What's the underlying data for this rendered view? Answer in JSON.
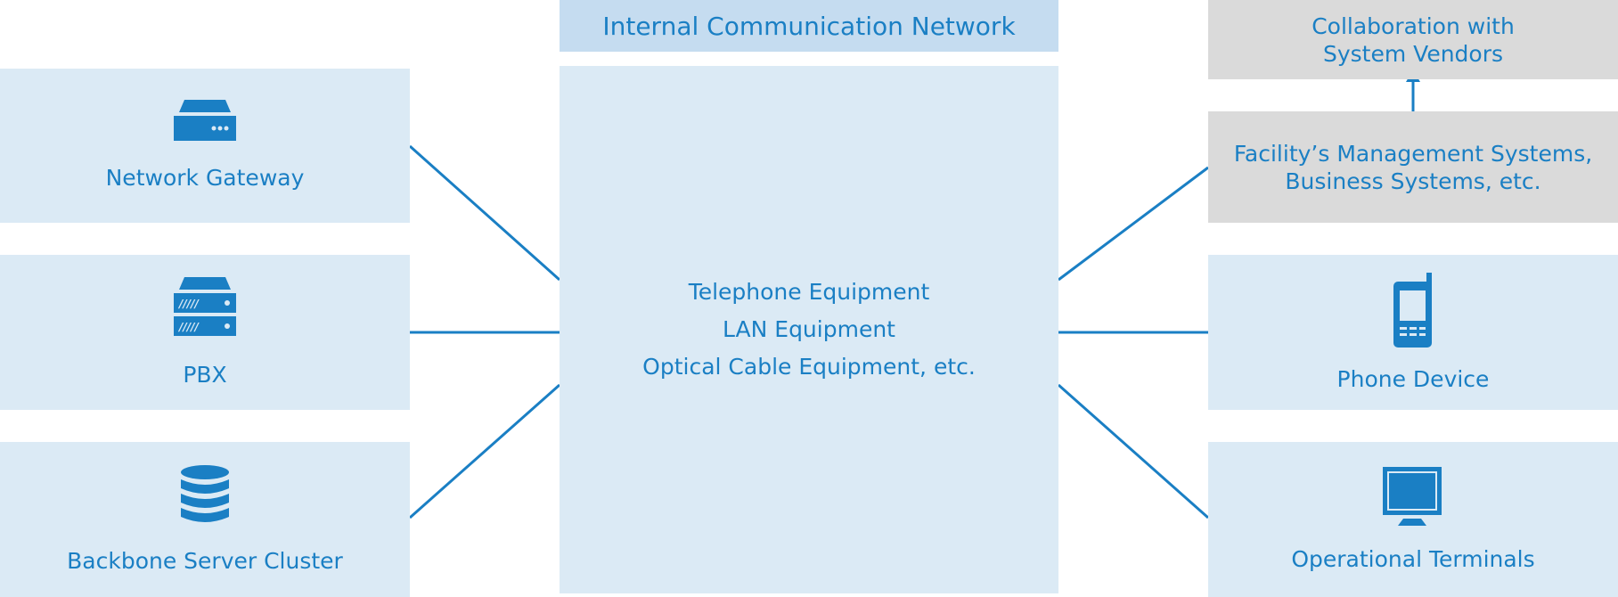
{
  "center": {
    "title": "Internal Communication Network",
    "lines": [
      "Telephone Equipment",
      "LAN Equipment",
      "Optical Cable Equipment, etc."
    ]
  },
  "left": [
    {
      "label": "Network Gateway",
      "icon": "gateway-icon"
    },
    {
      "label": "PBX",
      "icon": "server-icon"
    },
    {
      "label": "Backbone Server Cluster",
      "icon": "database-icon"
    }
  ],
  "right": {
    "vendors": [
      "Collaboration with",
      "System Vendors"
    ],
    "systems": [
      "Facility’s Management Systems,",
      "Business Systems, etc."
    ],
    "phone": "Phone Device",
    "terminals": "Operational Terminals"
  },
  "colors": {
    "accent": "#1a7fc4",
    "box": "#dbeaf5",
    "header": "#c5dcf0",
    "gray": "#dadada"
  }
}
